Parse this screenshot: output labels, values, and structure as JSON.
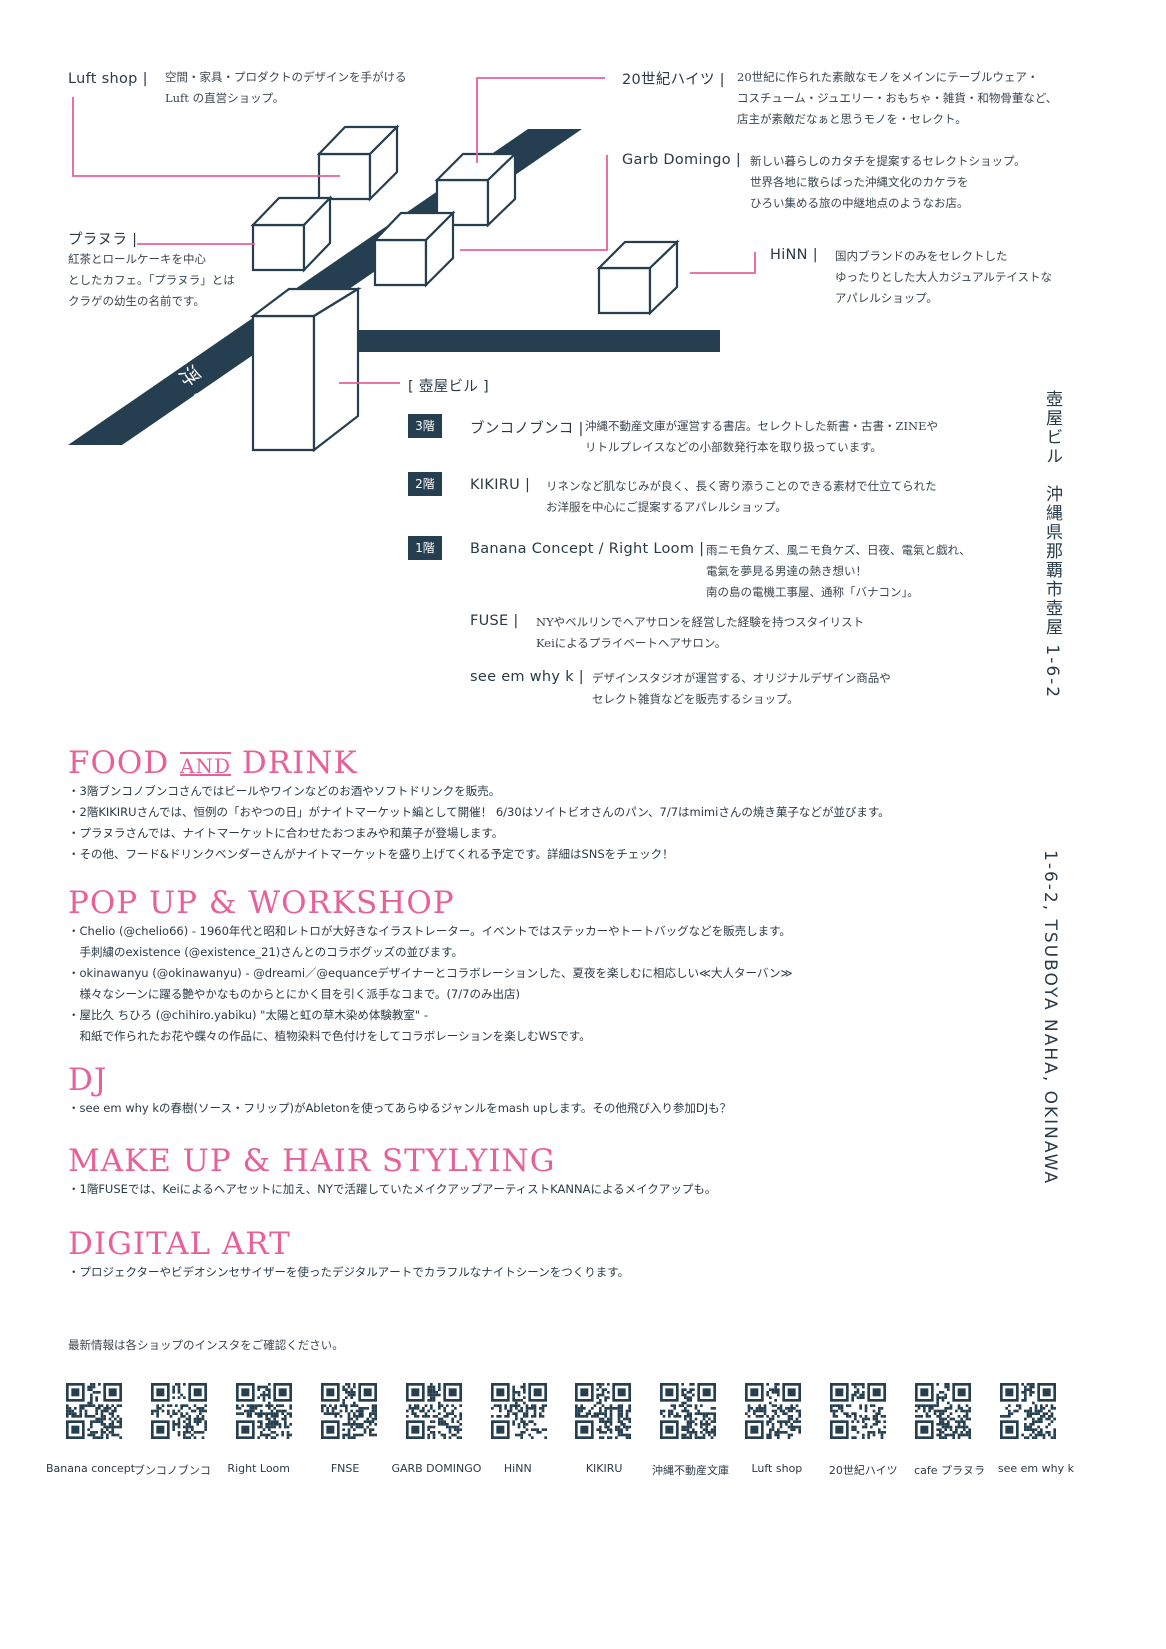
{
  "colors": {
    "navy": "#253f50",
    "pink": "#e8609a",
    "text": "#2a3a47"
  },
  "map": {
    "street_label": "浮島通り",
    "shops": [
      {
        "name": "Luft shop |",
        "desc": [
          "空間・家具・プロダクトのデザインを手がける",
          "Luft の直営ショップ。"
        ]
      },
      {
        "name": "20世紀ハイツ |",
        "desc": [
          "20世紀に作られた素敵なモノをメインにテーブルウェア・",
          "コスチューム・ジュエリー・おもちゃ・雑貨・和物骨董など、",
          "店主が素敵だなぁと思うモノを・セレクト。"
        ]
      },
      {
        "name": "Garb Domingo |",
        "desc": [
          "新しい暮らしのカタチを提案するセレクトショップ。",
          "世界各地に散らばった沖縄文化のカケラを",
          "ひろい集める旅の中継地点のようなお店。"
        ]
      },
      {
        "name": "プラヌラ |",
        "desc": [
          "紅茶とロールケーキを中心",
          "としたカフェ。「プラヌラ」とは",
          "クラゲの幼生の名前です。"
        ]
      },
      {
        "name": "HiNN |",
        "desc": [
          "国内ブランドのみをセレクトした",
          "ゆったりとした大人カジュアルテイストな",
          "アパレルショップ。"
        ]
      }
    ],
    "building_label": "[ 壺屋ビル ]",
    "floors": [
      {
        "badge": "3階",
        "name": "ブンコノブンコ |",
        "desc": [
          "沖縄不動産文庫が運営する書店。セレクトした新書・古書・ZINEや",
          "リトルプレイスなどの小部数発行本を取り扱っています。"
        ]
      },
      {
        "badge": "2階",
        "name": "KIKIRU |",
        "desc": [
          "リネンなど肌なじみが良く、長く寄り添うことのできる素材で仕立てられた",
          "お洋服を中心にご提案するアパレルショップ。"
        ]
      },
      {
        "badge": "1階",
        "name": "Banana Concept / Right Loom |",
        "desc": [
          "雨ニモ負ケズ、風ニモ負ケズ、日夜、電氣と戯れ、",
          "電氣を夢見る男達の熱き想い！",
          "南の島の電機工事屋、通称「バナコン」。"
        ]
      },
      {
        "badge": "",
        "name": "FUSE |",
        "desc": [
          "NYやベルリンでヘアサロンを経営した経験を持つスタイリスト",
          "Keiによるプライベートヘアサロン。"
        ]
      },
      {
        "badge": "",
        "name": "see em why k |",
        "desc": [
          "デザインスタジオが運営する、オリジナルデザイン商品や",
          "セレクト雑貨などを販売するショップ。"
        ]
      }
    ]
  },
  "address": {
    "jp": "壺屋ビル　沖縄県那覇市壺屋 1-6-2",
    "en": "1-6-2, TSUBOYA NAHA, OKINAWA"
  },
  "sections": [
    {
      "title_a": "FOOD ",
      "title_and": "AND",
      "title_b": " DRINK",
      "items": [
        "・3階ブンコノブンコさんではビールやワインなどのお酒やソフトドリンクを販売。",
        "・2階KIKIRUさんでは、恒例の「おやつの日」がナイトマーケット編として開催！ 6/30はソイトビオさんのパン、7/7はmimiさんの焼き菓子などが並びます。",
        "・プラヌラさんでは、ナイトマーケットに合わせたおつまみや和菓子が登場します。",
        "・その他、フード&ドリンクベンダーさんがナイトマーケットを盛り上げてくれる予定です。詳細はSNSをチェック！"
      ]
    },
    {
      "title": "POP UP & WORKSHOP",
      "items": [
        "・Chelio (@chelio66) - 1960年代と昭和レトロが大好きなイラストレーター。イベントではステッカーやトートバッグなどを販売します。",
        "　手刺繍のexistence (@existence_21)さんとのコラボグッズの並びます。",
        "・okinawanyu (@okinawanyu) - @dreami／@equanceデザイナーとコラボレーションした、夏夜を楽しむに相応しい≪大人ターバン≫",
        "　様々なシーンに躍る艶やかなものからとにかく目を引く派手なコまで。(7/7のみ出店)",
        "・屋比久 ちひろ (@chihiro.yabiku) \"太陽と虹の草木染め体験教室\" -",
        "　和紙で作られたお花や蝶々の作品に、植物染料で色付けをしてコラボレーションを楽しむWSです。"
      ]
    },
    {
      "title": "DJ",
      "items": [
        "・see em why kの春樹(ソース・フリップ)がAbletonを使ってあらゆるジャンルをmash upします。その他飛び入り参加DJも？"
      ]
    },
    {
      "title": "MAKE UP & HAIR STYLYING",
      "items": [
        "・1階FUSEでは、Keiによるヘアセットに加え、NYで活躍していたメイクアップアーティストKANNAによるメイクアップも。"
      ]
    },
    {
      "title": "DIGITAL ART",
      "items": [
        "・プロジェクターやビデオシンセサイザーを使ったデジタルアートでカラフルなナイトシーンをつくります。"
      ]
    }
  ],
  "footer": {
    "note": "最新情報は各ショップのインスタをご確認ください。",
    "logos": [
      "Banana concept",
      "ブンコノブンコ",
      "Right Loom",
      "FNSE",
      "GARB DOMINGO",
      "HiNN",
      "KIKIRU",
      "沖縄不動産文庫",
      "Luft shop",
      "20世紀ハイツ",
      "cafe プラヌラ",
      "see em why k"
    ]
  }
}
